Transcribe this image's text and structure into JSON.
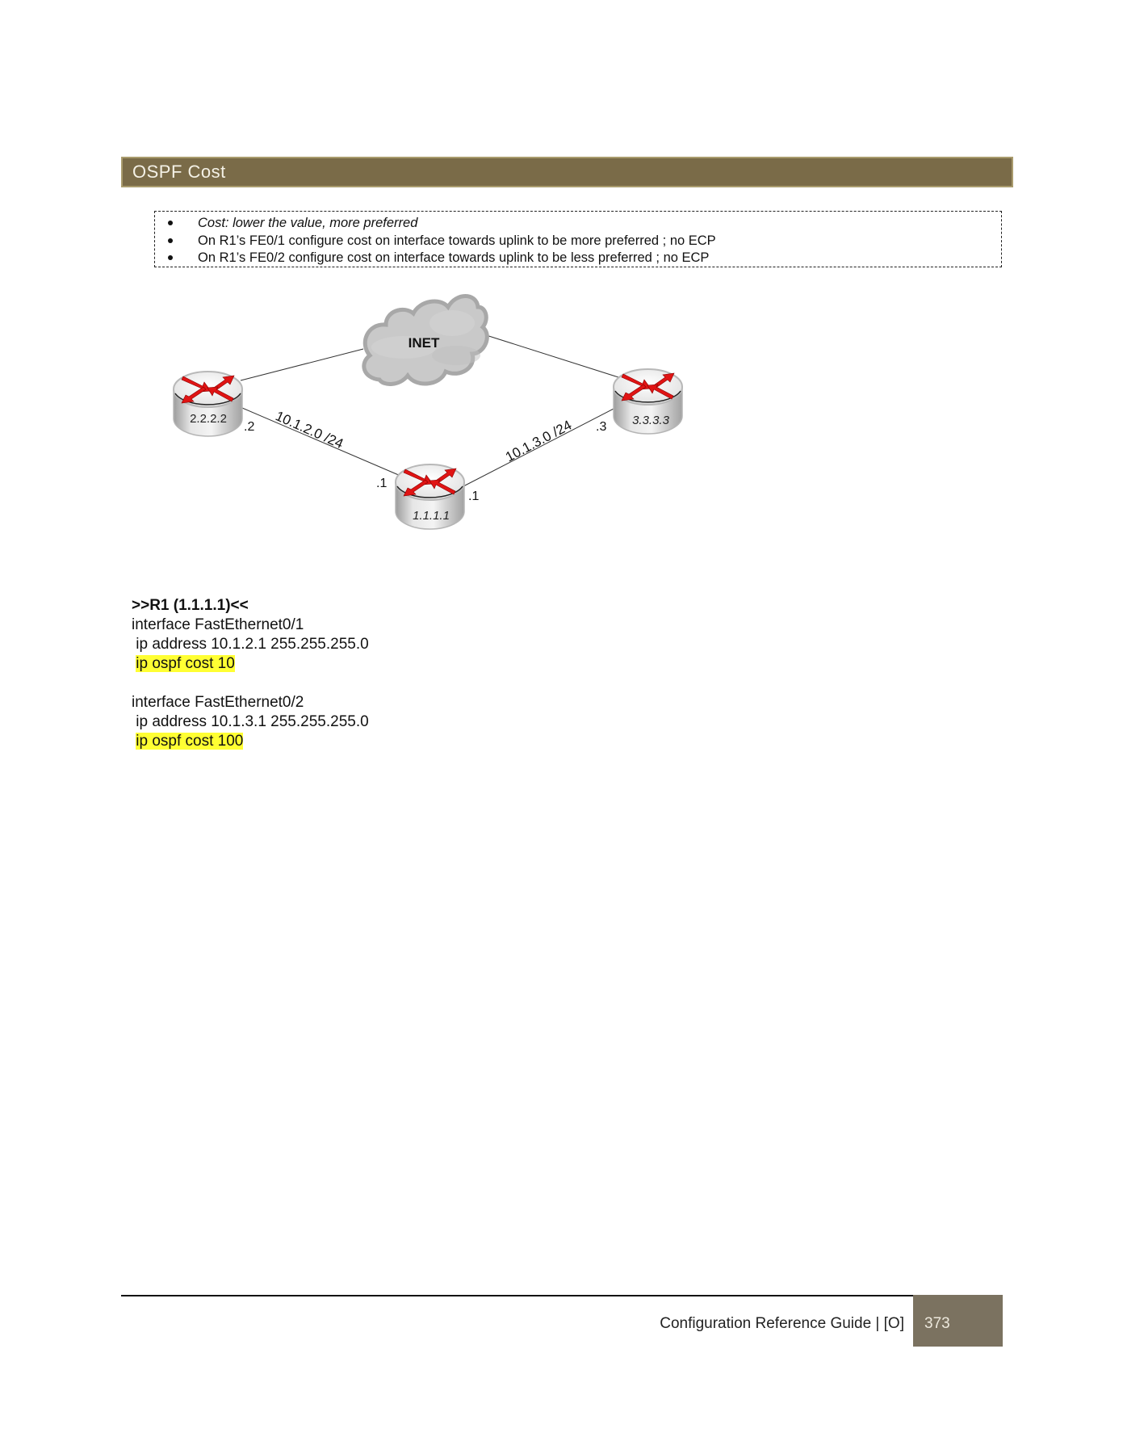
{
  "section": {
    "title": "OSPF Cost",
    "header_color": "#7a6b48"
  },
  "bullets": [
    {
      "text": "Cost: lower the value, more preferred",
      "italic": true
    },
    {
      "text": "On R1’s FE0/1 configure cost on interface towards uplink to be more preferred ; no ECP",
      "italic": false
    },
    {
      "text": "On R1’s FE0/2 configure cost on interface towards uplink to be less preferred ; no ECP",
      "italic": false
    }
  ],
  "diagram": {
    "cloud": {
      "label": "INET",
      "icon": "cloud-icon"
    },
    "routers": [
      {
        "id": "R2",
        "label": "2.2.2.2",
        "icon": "router-icon"
      },
      {
        "id": "R3",
        "label": "3.3.3.3",
        "icon": "router-icon"
      },
      {
        "id": "R1",
        "label": "1.1.1.1",
        "icon": "router-icon"
      }
    ],
    "links": [
      {
        "subnet": "10.1.2.0 /24",
        "end_a": ".2",
        "end_b": ".1"
      },
      {
        "subnet": "10.1.3.0 /24",
        "end_a": ".1",
        "end_b": ".3"
      }
    ]
  },
  "config": {
    "heading": ">>R1 (1.1.1.1)<<",
    "blocks": [
      {
        "interface": "interface FastEthernet0/1",
        "ip_address": " ip address 10.1.2.1 255.255.255.0",
        "ospf_cost": "ip ospf cost 10"
      },
      {
        "interface": "interface FastEthernet0/2",
        "ip_address": " ip address 10.1.3.1 255.255.255.0",
        "ospf_cost": "ip ospf cost 100"
      }
    ],
    "highlight_color": "#ffff33"
  },
  "footer": {
    "title": "Configuration Reference Guide | [O]",
    "page_number": "373"
  }
}
